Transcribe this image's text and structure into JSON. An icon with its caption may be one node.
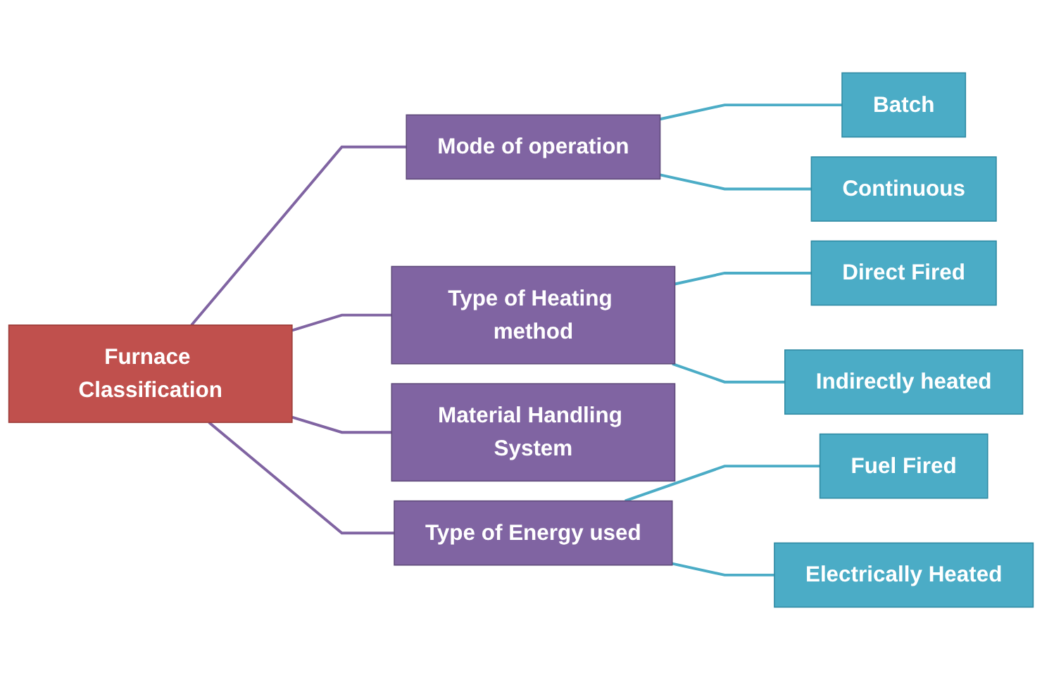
{
  "diagram": {
    "nodes": [
      {
        "text": [
          "Furnace Classification"
        ]
      },
      {
        "text": [
          "Mode of operation"
        ]
      },
      {
        "text": [
          "Type of Heating method"
        ]
      },
      {
        "text": [
          "Material Handling System"
        ]
      },
      {
        "text": [
          "Type of Energy used"
        ]
      },
      {
        "text": [
          "Batch"
        ]
      },
      {
        "text": [
          "Continuous"
        ]
      },
      {
        "text": [
          "Direct Fired"
        ]
      },
      {
        "text": [
          "Indirectly heated"
        ]
      },
      {
        "text": [
          "Fuel Fired"
        ]
      },
      {
        "text": [
          "Electrically Heated"
        ]
      }
    ],
    "edges": [
      {
        "from": 0,
        "to": 1,
        "arrow": "none",
        "color": "#8064a2"
      },
      {
        "from": 0,
        "to": 2,
        "arrow": "none",
        "color": "#8064a2"
      },
      {
        "from": 0,
        "to": 3,
        "arrow": "none",
        "color": "#8064a2"
      },
      {
        "from": 0,
        "to": 4,
        "arrow": "none",
        "color": "#8064a2"
      },
      {
        "from": 1,
        "to": 5,
        "arrow": "none"
      },
      {
        "from": 1,
        "to": 6,
        "arrow": "none"
      },
      {
        "from": 2,
        "to": 7,
        "arrow": "none"
      },
      {
        "from": 2,
        "to": 8,
        "arrow": "none"
      },
      {
        "from": 4,
        "to": 9,
        "arrow": "none"
      },
      {
        "from": 4,
        "to": 10,
        "arrow": "none"
      }
    ]
  }
}
